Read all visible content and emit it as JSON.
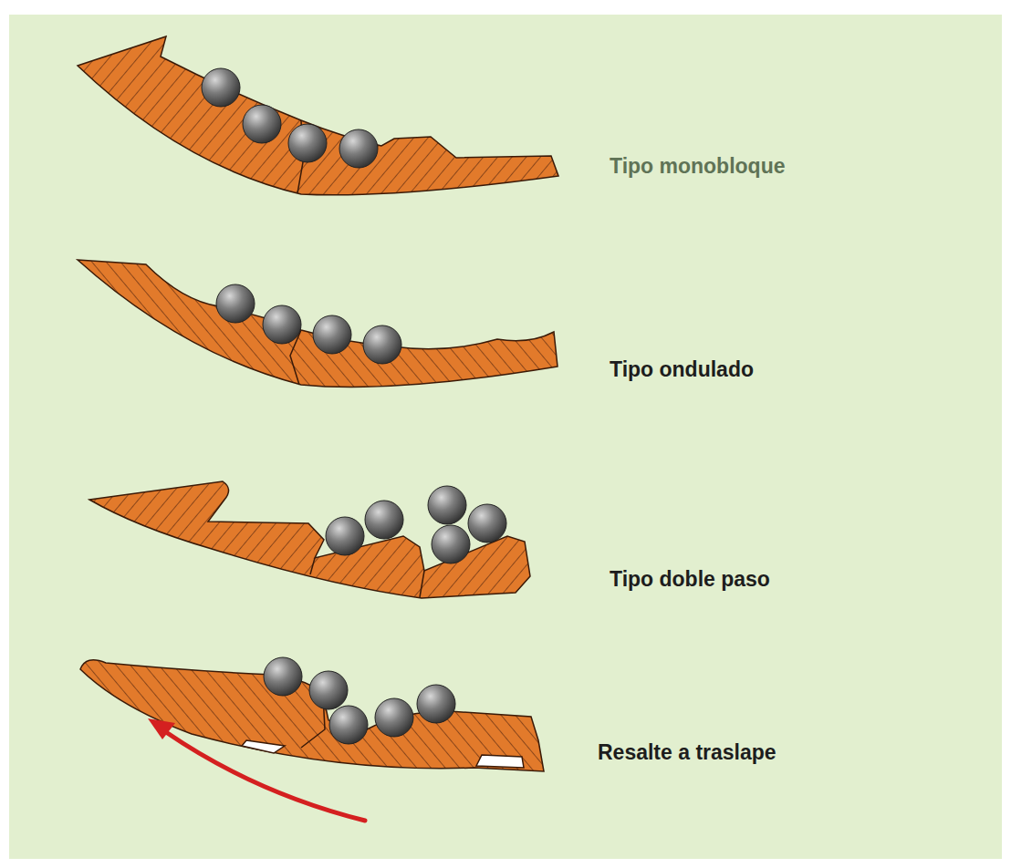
{
  "diagram": {
    "labels": [
      "Tipo monobloque",
      "Tipo ondulado",
      "Tipo doble paso",
      "Resalte a traslape"
    ]
  }
}
